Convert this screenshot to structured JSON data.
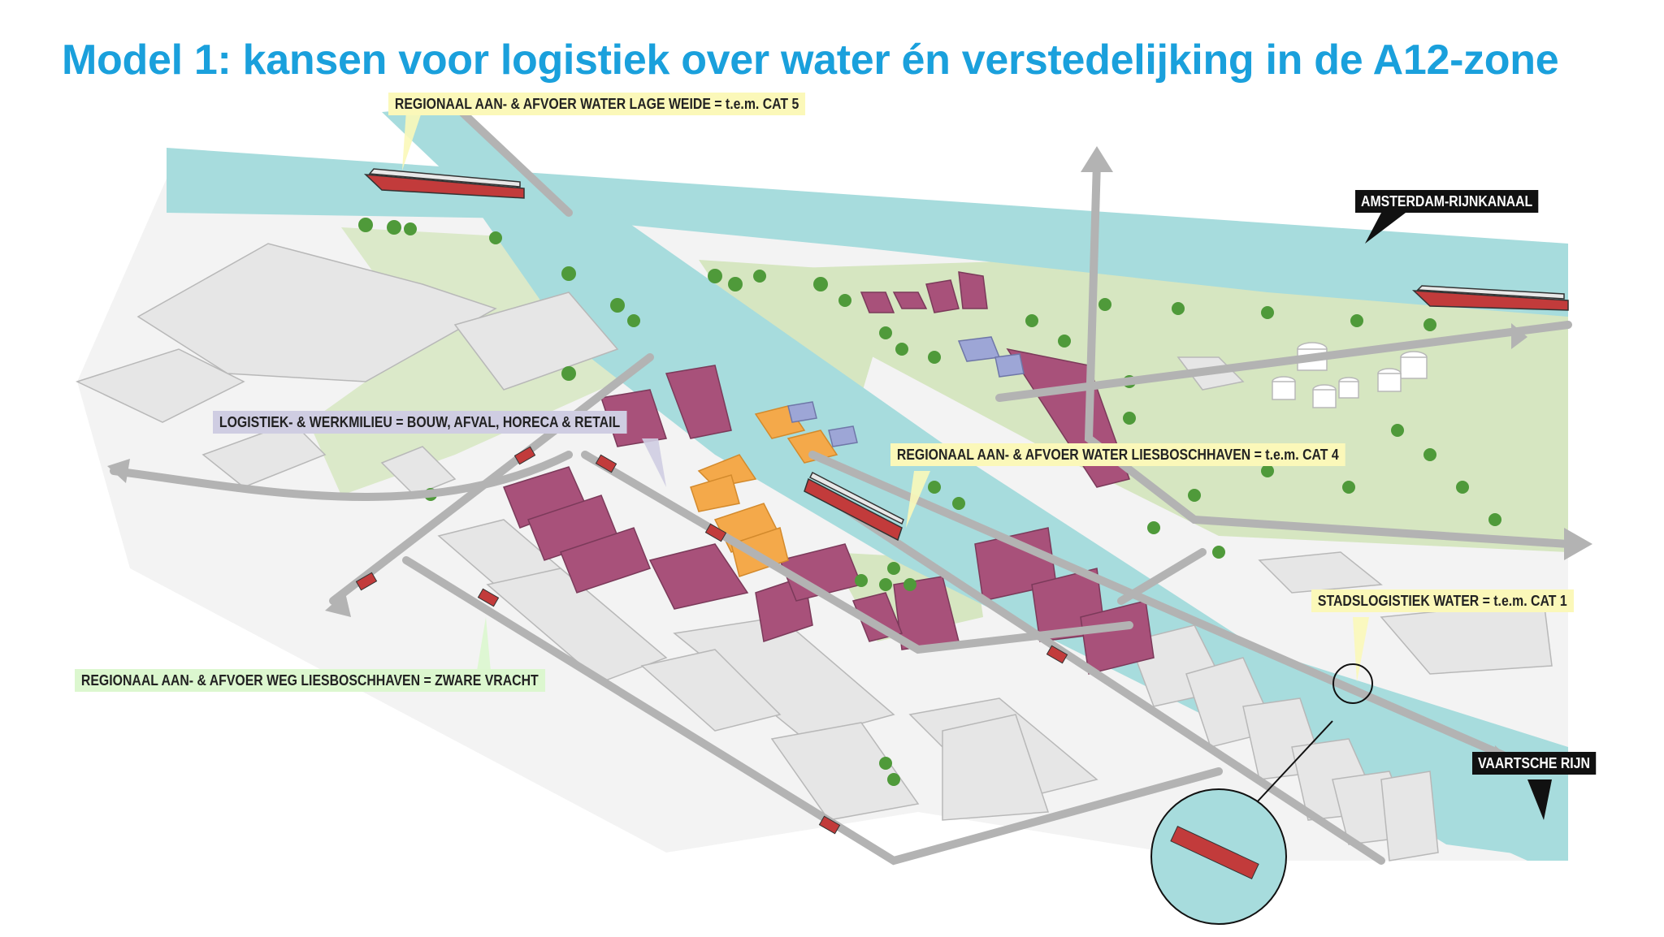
{
  "title": "Model 1: kansen voor logistiek over water én verstedelijking in de A12-zone",
  "labels": {
    "lage_weide": "REGIONAAL AAN- & AFVOER WATER LAGE WEIDE =  t.e.m. CAT 5",
    "werkmilieu": "LOGISTIEK- & WERKMILIEU =  BOUW, AFVAL, HORECA & RETAIL",
    "liesboschhaven_water": "REGIONAAL AAN- & AFVOER WATER LIESBOSCHHAVEN =  t.e.m. CAT 4",
    "stadslogistiek": "STADSLOGISTIEK WATER =  t.e.m. CAT 1",
    "weg_liesboschhaven": "REGIONAAL AAN- & AFVOER WEG LIESBOSCHHAVEN =  ZWARE VRACHT",
    "amsterdam_rijnkanaal": "AMSTERDAM-RIJNKANAAL",
    "vaartsche_rijn": "VAARTSCHE RIJN"
  },
  "colors": {
    "title": "#1aa0dc",
    "water": "#a7dcdd",
    "green": "#d6e6c1",
    "building_grey": "#e4e4e4",
    "building_purple": "#a8517a",
    "building_orange": "#f4a94a",
    "building_lilac": "#9da6d6",
    "road": "#b3b3b3"
  }
}
